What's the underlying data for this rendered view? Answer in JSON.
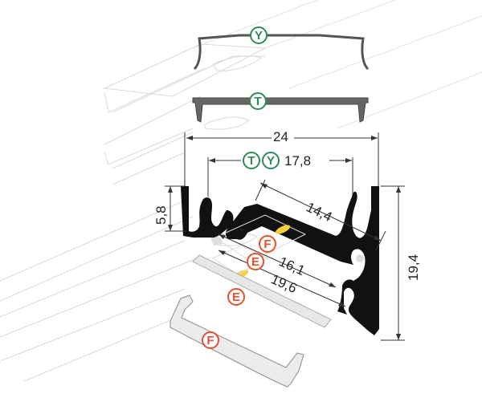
{
  "dimensions": {
    "width_top": "24",
    "width_inner": "17,8",
    "slant_width": "14,4",
    "side_height": "5,8",
    "total_height": "19,4",
    "strip_width_1": "16,1",
    "strip_width_2": "19,6"
  },
  "badges": {
    "cover_y": "Y",
    "cover_t": "T",
    "inner_t": "T",
    "inner_y": "Y",
    "strip_f": "F",
    "strip_e": "E",
    "diffuser_e": "E",
    "diffuser_f": "F"
  },
  "colors": {
    "teal_badge": "#2e8b57",
    "orange_badge": "#e8502a",
    "profile": "#111111",
    "cover_grey": "#555555",
    "led_yellow": "#f2d23a"
  }
}
